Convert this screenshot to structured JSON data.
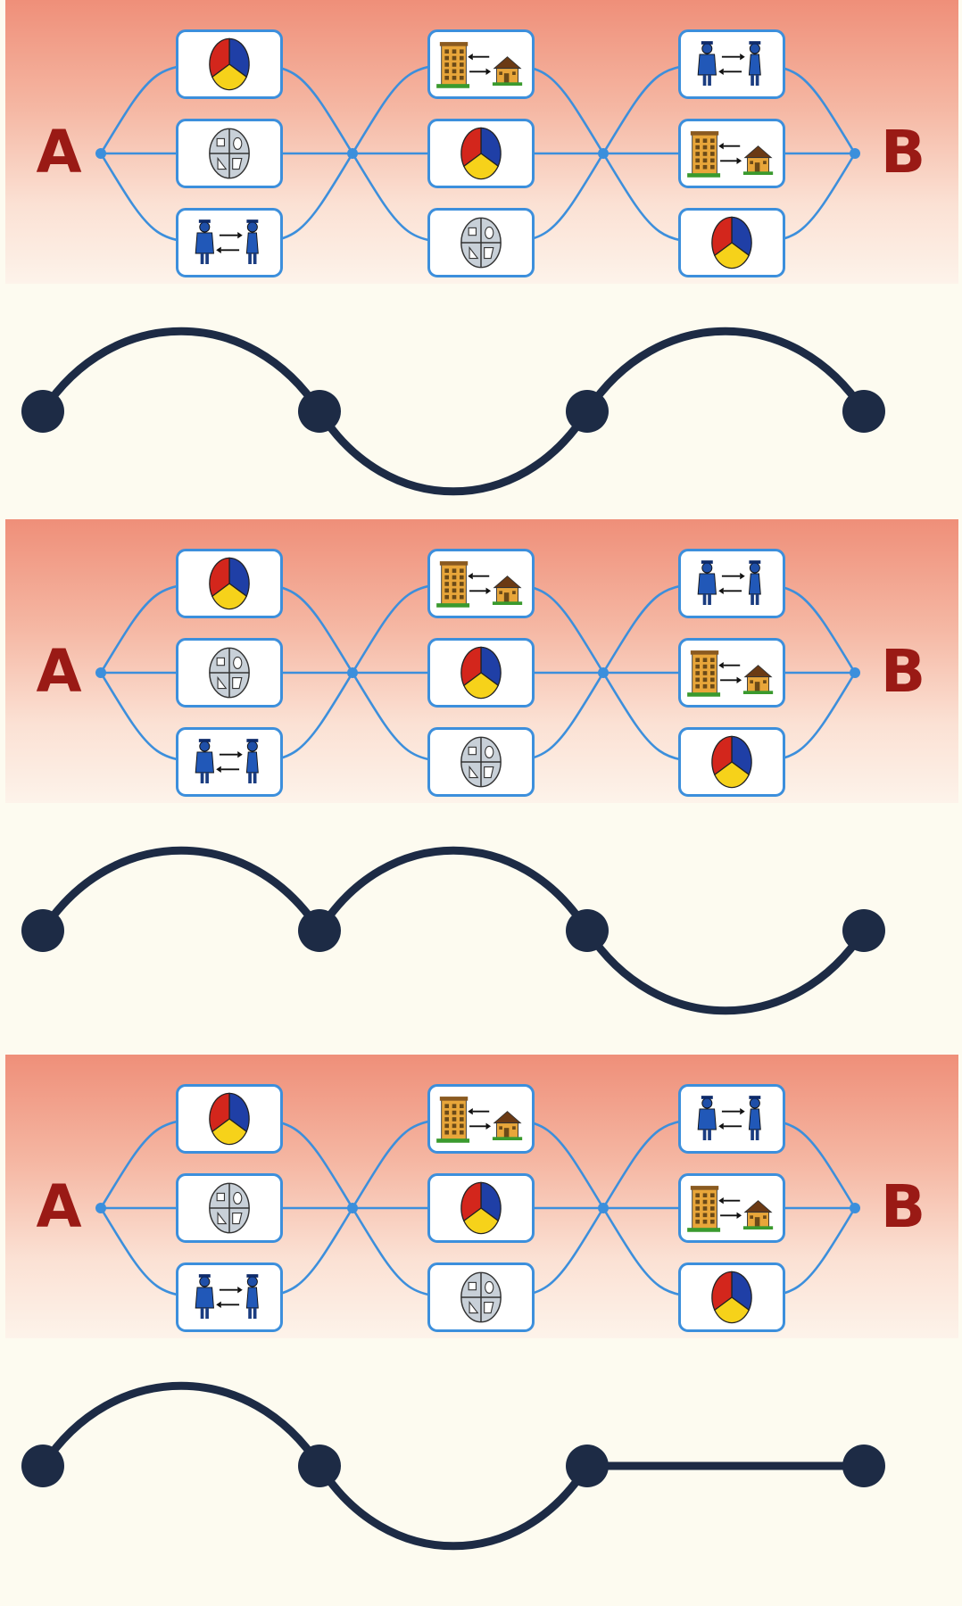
{
  "labels": {
    "start": "A",
    "end": "B"
  },
  "colors": {
    "background_top": "#ef8f79",
    "background_bottom": "#fdfbf0",
    "connector": "#3c8fdc",
    "endpoint_label": "#9a1a15",
    "path_stroke": "#1d2b45"
  },
  "networks": [
    {
      "stages": [
        [
          "pie-chart-icon",
          "shapes-icon",
          "person-exchange-icon"
        ],
        [
          "buildings-exchange-icon",
          "pie-chart-icon",
          "shapes-icon"
        ],
        [
          "person-exchange-icon",
          "buildings-exchange-icon",
          "pie-chart-icon"
        ]
      ],
      "chosen_path": [
        "top",
        "bottom",
        "top"
      ]
    },
    {
      "stages": [
        [
          "pie-chart-icon",
          "shapes-icon",
          "person-exchange-icon"
        ],
        [
          "buildings-exchange-icon",
          "pie-chart-icon",
          "shapes-icon"
        ],
        [
          "person-exchange-icon",
          "buildings-exchange-icon",
          "pie-chart-icon"
        ]
      ],
      "chosen_path": [
        "top",
        "top",
        "bottom"
      ]
    },
    {
      "stages": [
        [
          "pie-chart-icon",
          "shapes-icon",
          "person-exchange-icon"
        ],
        [
          "buildings-exchange-icon",
          "pie-chart-icon",
          "shapes-icon"
        ],
        [
          "person-exchange-icon",
          "buildings-exchange-icon",
          "pie-chart-icon"
        ]
      ],
      "chosen_path": [
        "top",
        "bottom",
        "middle"
      ]
    }
  ]
}
